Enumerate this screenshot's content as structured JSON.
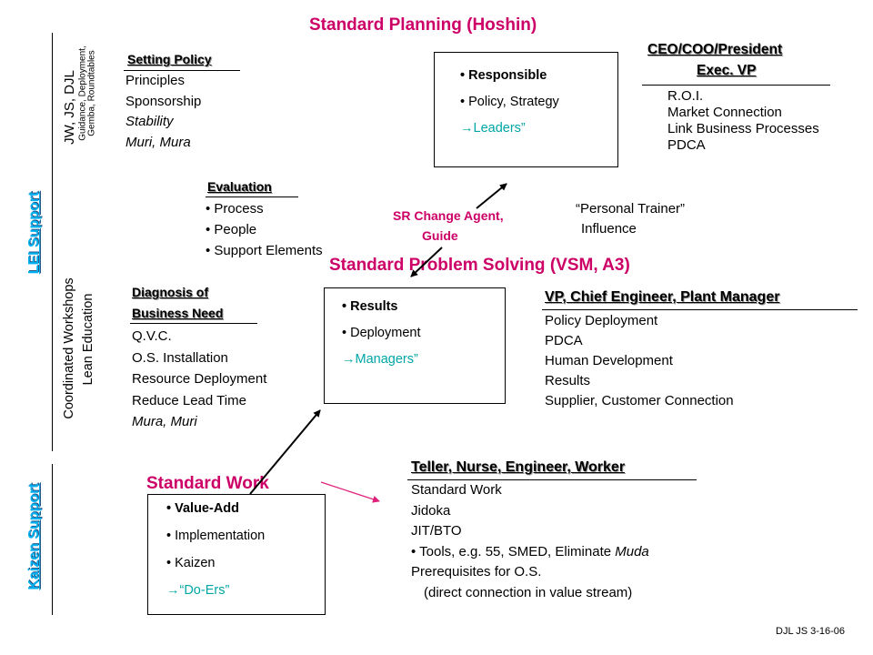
{
  "title_planning": "Standard Planning (Hoshin)",
  "title_problem": "Standard Problem Solving (VSM, A3)",
  "title_work": "Standard Work",
  "left_labels": {
    "lei_support": "LEI Support",
    "kaizen_support": "Kaizen Support",
    "people": "JW, JS, DJL",
    "guidance_1": "Guidance, Deployment,",
    "guidance_2": "Gemba, Roundtables",
    "workshops": "Coordinated Workshops",
    "lean_education": "Lean Education"
  },
  "setting_policy": {
    "header": "Setting Policy",
    "items": [
      "Principles",
      "Sponsorship",
      "Stability",
      "Muri, Mura"
    ]
  },
  "planning_box": {
    "items": [
      "Responsible",
      "Policy, Strategy"
    ],
    "arrow": "→",
    "role": "Leaders”"
  },
  "ceo": {
    "header_1": "CEO/COO/President",
    "header_2": "Exec. VP",
    "items": [
      "R.O.I.",
      "Market Connection",
      "Link Business Processes",
      "PDCA"
    ]
  },
  "evaluation": {
    "header": "Evaluation",
    "items": [
      "Process",
      "People",
      "Support Elements"
    ]
  },
  "sr_change": {
    "line1": "SR Change Agent,",
    "line2": "Guide"
  },
  "trainer": {
    "line1": "“Personal Trainer”",
    "line2": "Influence"
  },
  "diagnosis": {
    "header_1": "Diagnosis of",
    "header_2": "Business Need",
    "items": [
      "Q.V.C.",
      "O.S. Installation",
      "Resource Deployment",
      "Reduce Lead Time",
      "Mura, Muri"
    ]
  },
  "problem_box": {
    "items": [
      "Results",
      "Deployment"
    ],
    "arrow": "→",
    "role": "Managers”"
  },
  "vp": {
    "header": "VP, Chief Engineer, Plant Manager",
    "items": [
      "Policy Deployment",
      "PDCA",
      "Human Development",
      "Results",
      "Supplier, Customer Connection"
    ]
  },
  "work_box": {
    "items": [
      "Value-Add",
      "Implementation",
      "Kaizen"
    ],
    "arrow": "→",
    "role": "“Do-Ers”"
  },
  "teller": {
    "header": "Teller, Nurse, Engineer, Worker",
    "items": [
      "Standard Work",
      "Jidoka",
      "JIT/BTO"
    ],
    "tools_prefix": "Tools, e.g. 55, SMED, Eliminate ",
    "tools_muda": "Muda",
    "items2": [
      "Prerequisites for O.S.",
      "(direct connection in value stream)"
    ]
  },
  "footer": "DJL JS 3-16-06",
  "colors": {
    "title": "#cc0066",
    "support": "#00b0f0",
    "role": "#00a6a6"
  }
}
